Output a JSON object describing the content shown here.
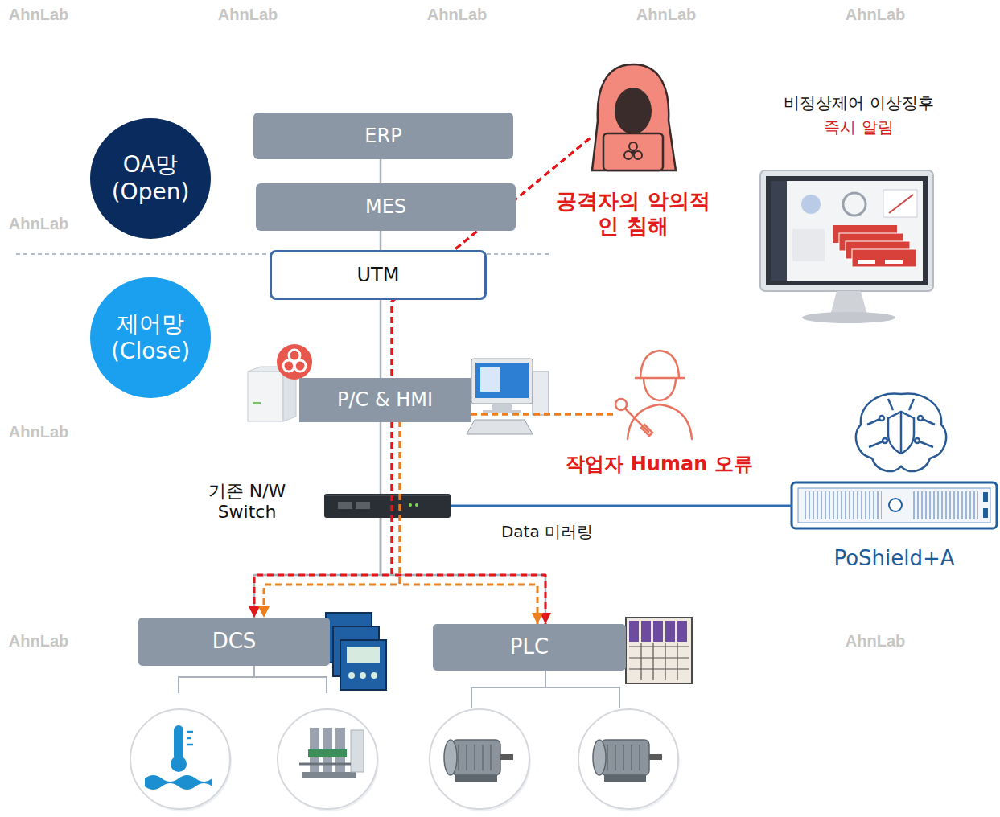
{
  "diagram": {
    "nodes": [
      {
        "text": [
          "OA망 (Open)"
        ]
      },
      {
        "text": [
          "ERP"
        ]
      },
      {
        "text": [
          "MES"
        ]
      },
      {
        "text": [
          "공격자의 악의적인 침해"
        ]
      },
      {
        "text": [
          "비정상제어 이상징후",
          "즉시 알림"
        ]
      },
      {
        "text": [
          "UTM"
        ]
      },
      {
        "text": [
          "제어망 (Close)"
        ]
      },
      {
        "text": [
          "P/C & HMI"
        ]
      },
      {
        "text": [
          "작업자 Human 오류"
        ]
      },
      {
        "text": [
          "기존 N/W Switch"
        ]
      },
      {
        "text": [
          "PoShield+A"
        ]
      },
      {
        "text": [
          "DCS"
        ]
      },
      {
        "text": [
          "PLC"
        ]
      }
    ],
    "edges": [
      {
        "from": 1,
        "to": 2,
        "arrow": "none"
      },
      {
        "from": 2,
        "to": 5,
        "arrow": "none"
      },
      {
        "from": 5,
        "to": 7,
        "arrow": "none"
      },
      {
        "from": 7,
        "to": 9,
        "arrow": "none"
      },
      {
        "from": 9,
        "to": 11,
        "arrow": "none"
      },
      {
        "from": 9,
        "to": 12,
        "arrow": "none"
      },
      {
        "from": 9,
        "to": 10,
        "label": "Data 미러링",
        "arrow": "none"
      },
      {
        "from": 3,
        "to": 11,
        "arrow": "to"
      },
      {
        "from": 3,
        "to": 12,
        "arrow": "to"
      },
      {
        "from": 8,
        "to": 11,
        "arrow": "to"
      },
      {
        "from": 8,
        "to": 12,
        "arrow": "to"
      }
    ],
    "labels": [
      "AhnLab",
      "AhnLab",
      "AhnLab",
      "AhnLab",
      "AhnLab",
      "AhnLab",
      "AhnLab",
      "AhnLab",
      "AhnLab"
    ]
  }
}
